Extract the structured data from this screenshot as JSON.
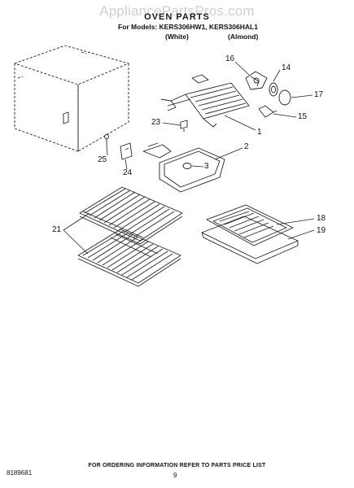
{
  "header": {
    "watermark": "AppliancePartsPros.com",
    "title": "OVEN PARTS",
    "models_line": "For Models: KERS306HW1, KERS306HAL1",
    "color_1": "(White)",
    "color_2": "(Almond)"
  },
  "callouts": {
    "c1": "1",
    "c2": "2",
    "c3": "3",
    "c14": "14",
    "c15": "15",
    "c16": "16",
    "c17": "17",
    "c18": "18",
    "c19": "19",
    "c21": "21",
    "c23": "23",
    "c24": "24",
    "c25": "25"
  },
  "footer": {
    "note": "FOR ORDERING INFORMATION REFER TO PARTS PRICE LIST",
    "document_number": "8189681",
    "page": "9"
  }
}
